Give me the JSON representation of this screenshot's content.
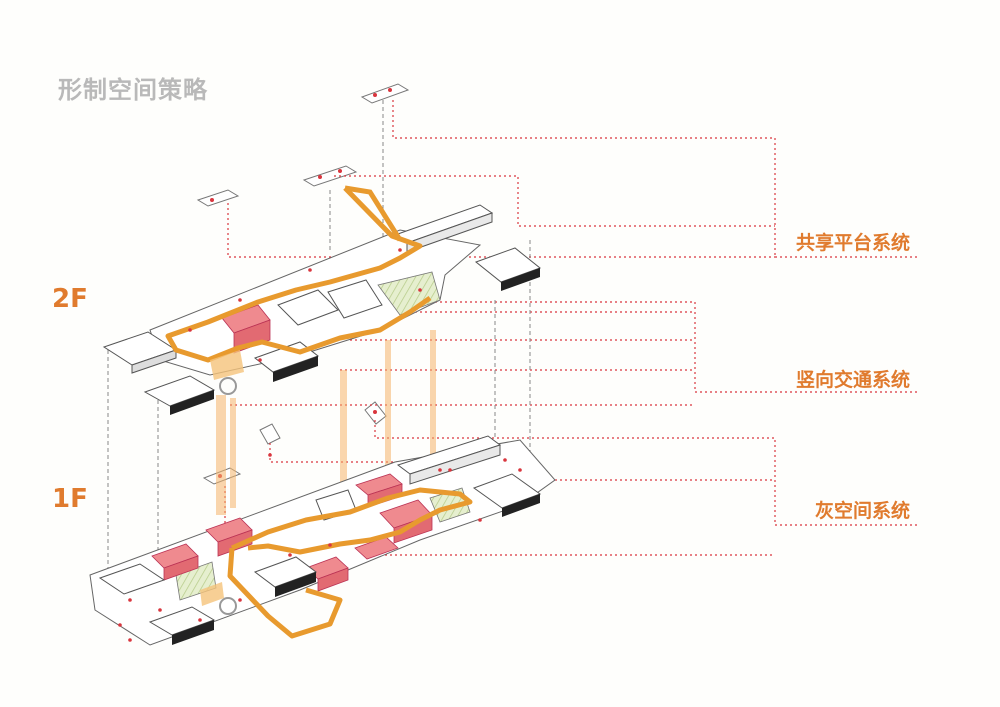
{
  "title": "形制空间策略",
  "floors": [
    "2F",
    "1F"
  ],
  "systems": [
    "共享平台系统",
    "竖向交通系统",
    "灰空间系统"
  ],
  "colors": {
    "orange": "#e89a2e",
    "label": "#e07b2e",
    "red_box": "#ef8a8f",
    "leader": "#d9363e",
    "green": "#cfe0a8"
  }
}
